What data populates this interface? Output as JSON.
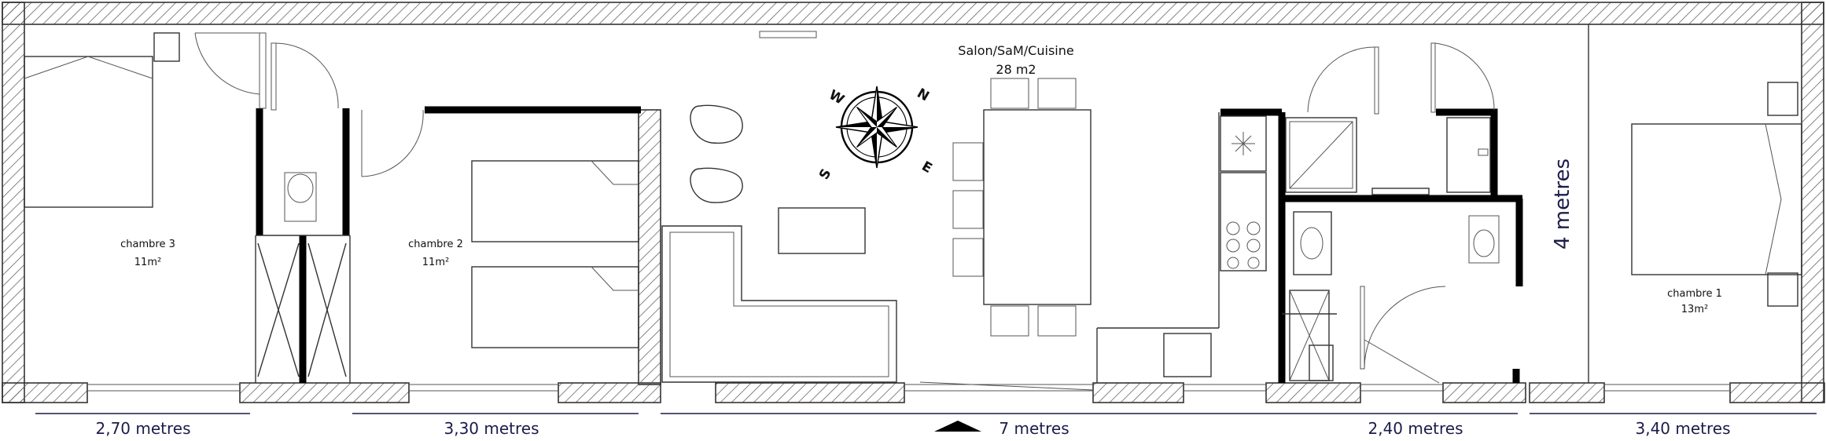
{
  "rooms": {
    "living": {
      "name": "Salon/SaM/Cuisine",
      "area": "28 m2"
    },
    "bedroom3": {
      "name": "chambre 3",
      "area": "11m²"
    },
    "bedroom2": {
      "name": "chambre 2",
      "area": "11m²"
    },
    "bedroom1": {
      "name": "chambre 1",
      "area": "13m²"
    }
  },
  "compass": {
    "north": "N",
    "east": "E",
    "south": "S",
    "west": "W"
  },
  "dimensions": {
    "seg1": "2,70 metres",
    "seg2": "3,30 metres",
    "seg3": "7 metres",
    "seg4": "2,40 metres",
    "seg5": "3,40 metres",
    "depth": "4 metres"
  },
  "colors": {
    "dimension_text": "#1c1c4a",
    "walls": "#000000"
  }
}
